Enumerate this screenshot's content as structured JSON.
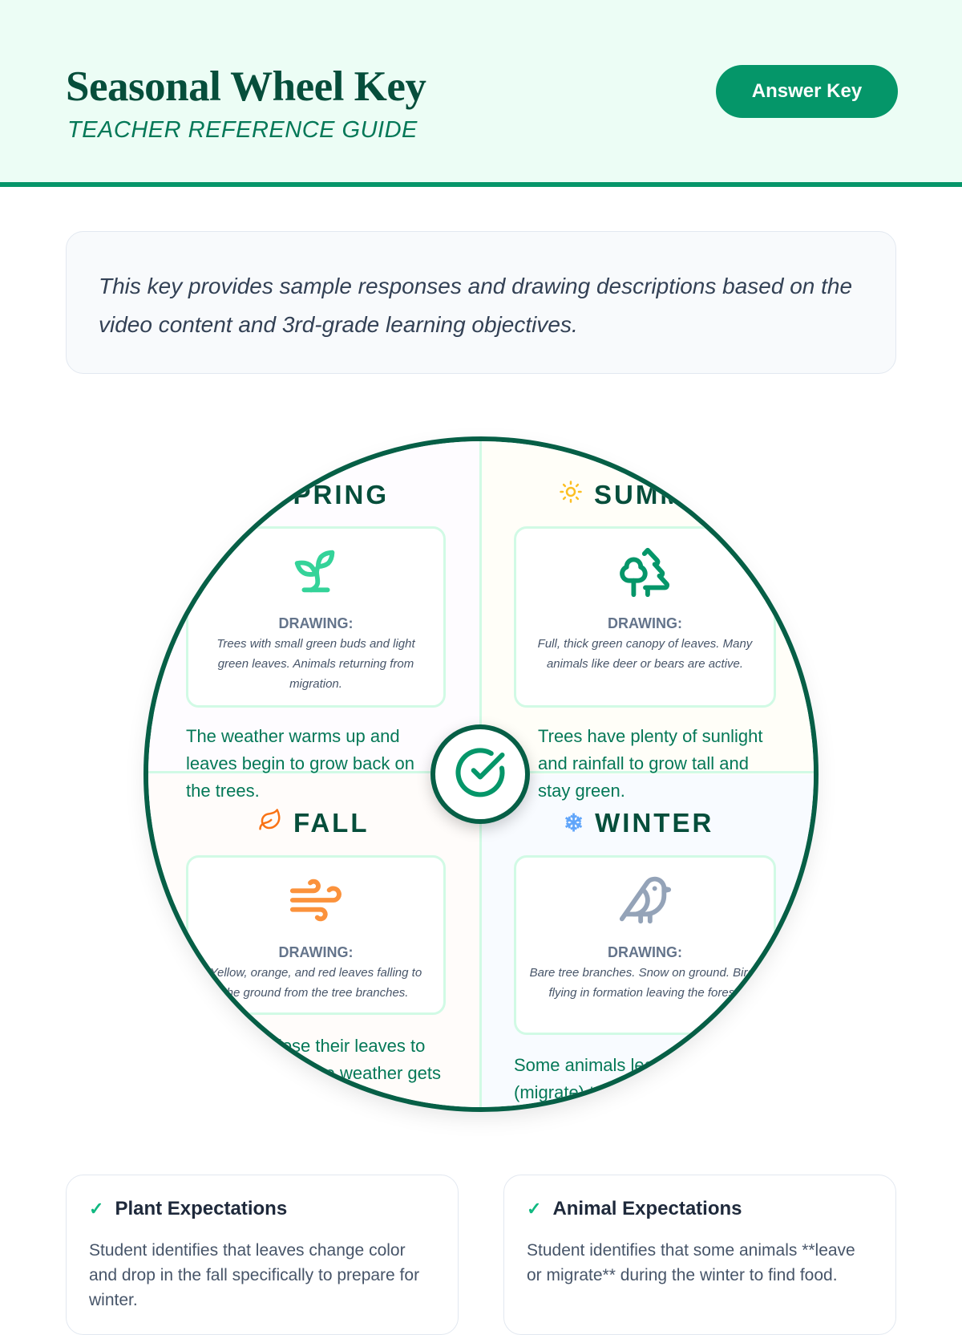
{
  "header": {
    "title": "Seasonal Wheel Key",
    "subtitle": "TEACHER REFERENCE GUIDE",
    "answer_key_label": "Answer Key"
  },
  "intro": "This key provides sample responses and drawing descriptions based on the video content and 3rd-grade learning objectives.",
  "wheel": {
    "drawing_label": "DRAWING:",
    "seasons": [
      {
        "name": "SPRING",
        "icon": "flower-icon",
        "drawing_icon": "sprout-icon",
        "drawing": "Trees with small green buds and light green leaves. Animals returning from migration.",
        "text": "The weather warms up and leaves begin to grow back on the trees."
      },
      {
        "name": "SUMMER",
        "icon": "sun-icon",
        "drawing_icon": "trees-icon",
        "drawing": "Full, thick green canopy of leaves. Many animals like deer or bears are active.",
        "text": "Trees have plenty of sunlight and rainfall to grow tall and stay green."
      },
      {
        "name": "FALL",
        "icon": "leaf-icon",
        "drawing_icon": "wind-icon",
        "drawing": "Yellow, orange, and red leaves falling to the ground from the tree branches.",
        "text": "Many trees lose their leaves to save energy as the weather gets colder."
      },
      {
        "name": "WINTER",
        "icon": "snowflake-icon",
        "drawing_icon": "bird-icon",
        "drawing": "Bare tree branches. Snow on ground. Birds flying in formation leaving the forest.",
        "text": "Some animals leave the forest (migrate) to find food and warmer weather."
      }
    ]
  },
  "expectations": [
    {
      "title": "Plant Expectations",
      "body": "Student identifies that leaves change color and drop in the fall specifically to prepare for winter."
    },
    {
      "title": "Animal Expectations",
      "body": "Student identifies that some animals **leave or migrate** during the winter to find food."
    }
  ],
  "colors": {
    "accent": "#059669",
    "dark": "#065f46",
    "light": "#ecfdf5"
  }
}
